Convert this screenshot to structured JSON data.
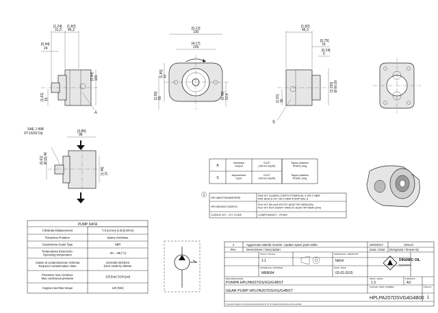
{
  "views": {
    "side_left": {
      "dims": [
        "[1,24]",
        "31,5",
        "[1,82]",
        "46,3",
        "[0,94]",
        "24",
        "[1,81]",
        "46",
        "[3,94]",
        "100",
        "[1,61]",
        "15"
      ],
      "label_a": "A"
    },
    "front": {
      "dims": [
        "[5,12]",
        "130",
        "[4,17]",
        "106",
        "[1,85]",
        "47",
        "[2,56]",
        "65",
        "[0,42]",
        "10,6"
      ]
    },
    "side_right": {
      "dims": [
        "[1,82]",
        "46,3",
        "[0,75]",
        "19",
        "[0,24]",
        "6",
        "[1,61]",
        "15",
        "[3,150]",
        "Ø 80,00"
      ],
      "label_s": "S"
    },
    "bottom": {
      "port_spec": [
        "SAE J 498",
        "9T-16/32 Dp"
      ],
      "dims": [
        "[3,86]",
        "98",
        "[0,61]",
        "Ø 15,46",
        "[1,46]",
        "37"
      ]
    }
  },
  "ports_table": {
    "rows": [
      {
        "code": "A",
        "name": "Mandata\nOutput",
        "thread": "G1/2\"\n(16mm depth)",
        "plug": "Tappo plastica\nPlastic plug"
      },
      {
        "code": "S",
        "name": "Aspirazione\nInput",
        "thread": "G1/2\"\n(16mm depth)",
        "plug": "Tappo plastica\nPlastic plug"
      }
    ]
  },
  "kit_table": {
    "marker": "1",
    "rows": [
      {
        "code": "HPL4862TPA/NBR3R05",
        "desc": "R05 KIT GUARN.CORPO POMPA BL.3 GR.2 NBR-\nR05 SEALS KIT GR.2 NBR PUMP BAL.3"
      },
      {
        "code": "HPL06000017(00R10",
        "desc": "R10 KIT AN.ALB.ROT.R.16267 RP-NBR(200)-\nR10 KIT ROT.SHAFT RING R.16267 RP-NBR (200)"
      }
    ],
    "footer": {
      "code": "CODICE KIT - KIT CODE",
      "desc": "COMPONENTI - ITEMS"
    }
  },
  "pump_data": {
    "title": "PUMP DATA",
    "rows": [
      {
        "label": "Cilindrata-Displacement",
        "value": "7,5 [cc/rev]-0,46 [in3/rev]"
      },
      {
        "label": "Rotazione-Rotation",
        "value": "destra-clockwise"
      },
      {
        "label": "Guarnizione-Seals Type",
        "value": "NBR"
      },
      {
        "label": "Temperatura d'esercizio-\nOperating temperature",
        "value": "-20...+85 [°C]"
      },
      {
        "label": "Classe di contaminazione richiesta\nRequired contamination class",
        "value": "ISO4406 20/18/15\n(NAS 1638-9) o/better"
      },
      {
        "label": "Pressione max continua-\nMax continuous pressure",
        "value": "230 [bar] 3336 [psi]"
      },
      {
        "label": "Coppia max-Max torque",
        "value": "120 [Nm]"
      }
    ]
  },
  "revision": {
    "num": "1",
    "desc": "Aggiornato tabella ricambi. Update spare parts table.",
    "date": "20/3/2017",
    "by": "Ghezzi",
    "headers": {
      "rev": "Rev.",
      "desc": "Descrizione / Description",
      "date": "Data / Date",
      "drawn": "Disegnato / Drawn by"
    }
  },
  "title_block": {
    "scale_label": "SCALA / SCALE",
    "scale": "1:1",
    "drawn_label": "DISEGNATO / DRAWN BY",
    "drawn": "fattori",
    "material_label": "MATERIALE / MATERIAL",
    "material": "MB8684",
    "date_label": "DATA / DATE",
    "date": "02-02-2015",
    "mass_label": "PESO / MASS",
    "mass": "1.3",
    "size_label": "FORMATO",
    "size": "A3",
    "type_label": "DENOMINAZIONE",
    "desc_it": "POMPA HPLPA207DS/XG/G4BST",
    "desc_en": "GEAR PUMP HPLPA207DS/XG/G4BST",
    "code_label": "CODICE / PART NUMBER",
    "code": "HPLPA207DSVG4G4B00",
    "sheet_label": "FOGLIO",
    "sheet": "1",
    "logo_line1": "DINAMIC OIL",
    "logo_line2": "hydraulics",
    "footer_note": "Il presente disegno è di esclusiva proprietà Dinamic Oil. E' vietata la riproduzione anche parziale."
  }
}
